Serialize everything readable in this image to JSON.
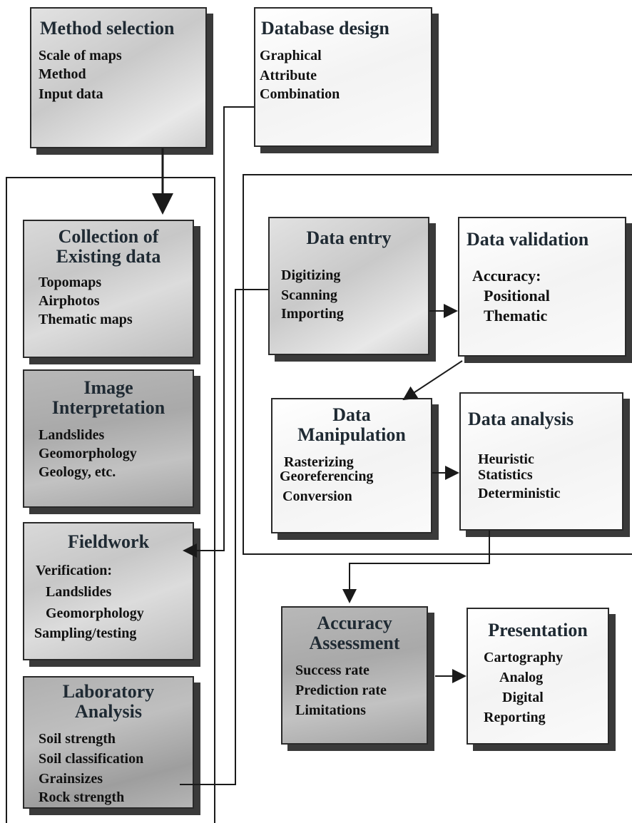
{
  "boxes": {
    "method_selection": {
      "title": "Method selection",
      "lines": [
        "Scale of maps",
        "Method",
        "Input data"
      ]
    },
    "database_design": {
      "title": "Database design",
      "lines": [
        "Graphical",
        "Attribute",
        "Combination"
      ]
    },
    "collection": {
      "title": [
        "Collection of",
        "Existing data"
      ],
      "lines": [
        "Topomaps",
        "Airphotos",
        "Thematic maps"
      ]
    },
    "image_interpretation": {
      "title": [
        "Image",
        "Interpretation"
      ],
      "lines": [
        "Landslides",
        "Geomorphology",
        "Geology, etc."
      ]
    },
    "fieldwork": {
      "title": "Fieldwork",
      "lines": [
        "Verification:",
        "Landslides",
        "Geomorphology",
        "Sampling/testing"
      ]
    },
    "laboratory": {
      "title": [
        "Laboratory",
        "Analysis"
      ],
      "lines": [
        "Soil strength",
        "Soil classification",
        "Grainsizes",
        "Rock strength"
      ]
    },
    "data_entry": {
      "title": "Data entry",
      "lines": [
        "Digitizing",
        "Scanning",
        "Importing"
      ]
    },
    "data_validation": {
      "title": "Data validation",
      "lines": [
        "Accuracy:",
        "Positional",
        "Thematic"
      ]
    },
    "data_manipulation": {
      "title": [
        "Data",
        "Manipulation"
      ],
      "lines": [
        "Rasterizing",
        "Georeferencing",
        "Conversion"
      ]
    },
    "data_analysis": {
      "title": "Data analysis",
      "lines": [
        "Heuristic",
        "Statistics",
        "Deterministic"
      ]
    },
    "accuracy_assessment": {
      "title": [
        "Accuracy",
        "Assessment"
      ],
      "lines": [
        "Success rate",
        "Prediction rate",
        "Limitations"
      ]
    },
    "presentation": {
      "title": "Presentation",
      "lines": [
        "Cartography",
        "Analog",
        "Digital",
        "Reporting"
      ]
    }
  },
  "colors": {
    "line": "#1a1a1a",
    "title": "#1f2a33"
  }
}
